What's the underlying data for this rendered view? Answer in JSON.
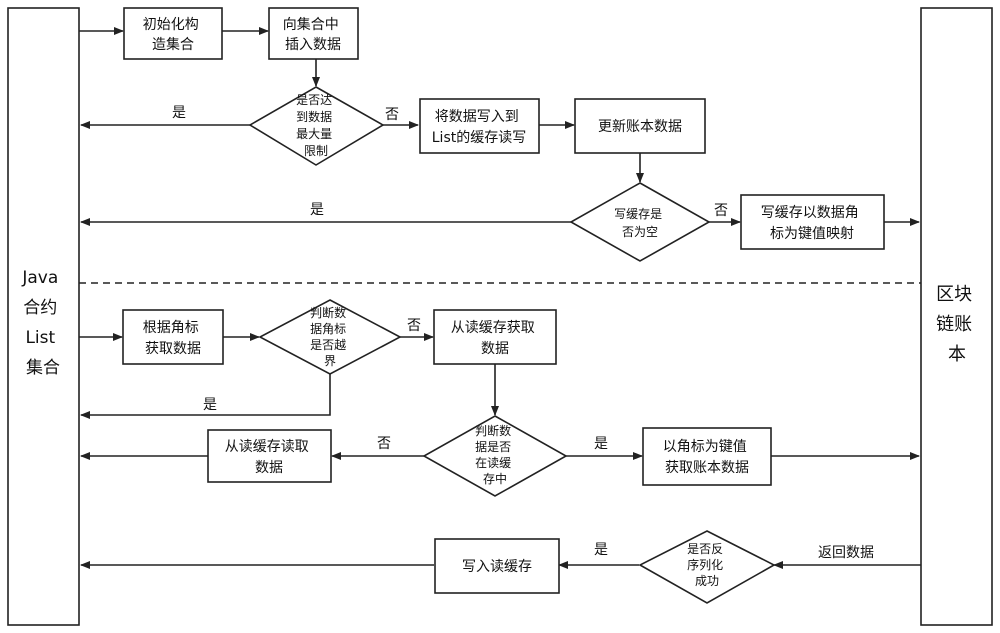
{
  "left_column": [
    "Java",
    "合约",
    "List",
    "集合"
  ],
  "right_column": [
    "区块",
    "链账",
    "本"
  ],
  "nodes": {
    "init": [
      "初始化构",
      "造集合"
    ],
    "insert": [
      "向集合中",
      "插入数据"
    ],
    "max_check": [
      "是否达",
      "到数据",
      "最大量",
      "限制"
    ],
    "write_cache": [
      "将数据写入到",
      "List的缓存读写"
    ],
    "update_ledger": [
      "更新账本数据"
    ],
    "cache_empty": [
      "写缓存是",
      "否为空"
    ],
    "write_map": [
      "写缓存以数据角",
      "标为键值映射"
    ],
    "get_by_index": [
      "根据角标",
      "获取数据"
    ],
    "index_check": [
      "判断数",
      "据角标",
      "是否越",
      "界"
    ],
    "read_cache_get": [
      "从读缓存获取",
      "数据"
    ],
    "in_read_cache": [
      "判断数",
      "据是否",
      "在读缓",
      "存中"
    ],
    "read_from_cache": [
      "从读缓存读取",
      "数据"
    ],
    "ledger_get": [
      "以角标为键值",
      "获取账本数据"
    ],
    "deserialize": [
      "是否反",
      "序列化",
      "成功"
    ],
    "write_read_cache": [
      "写入读缓存"
    ]
  },
  "edge_labels": {
    "max_yes": "是",
    "max_no": "否",
    "empty_yes": "是",
    "empty_no": "否",
    "index_no": "否",
    "index_yes": "是",
    "cache_no": "否",
    "cache_yes": "是",
    "deser_yes": "是",
    "return_data": "返回数据"
  }
}
